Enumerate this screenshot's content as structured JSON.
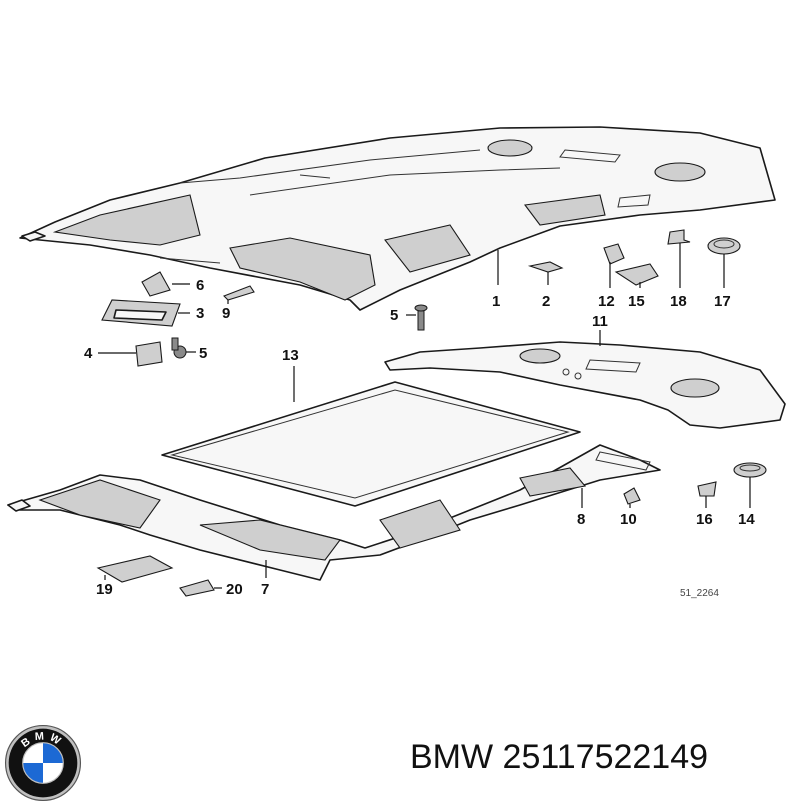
{
  "diagram": {
    "callouts": [
      "1",
      "2",
      "3",
      "4",
      "5",
      "5",
      "6",
      "7",
      "8",
      "9",
      "10",
      "11",
      "12",
      "13",
      "14",
      "15",
      "16",
      "17",
      "18",
      "19",
      "20"
    ],
    "reference_code": "51_2264"
  },
  "brand": {
    "name": "BMW",
    "part_number": "25117522149",
    "logo_letters": "BMW",
    "colors": {
      "blue": "#1c69d4",
      "black": "#111111",
      "white": "#ffffff",
      "ring": "#c0c0c0"
    }
  }
}
